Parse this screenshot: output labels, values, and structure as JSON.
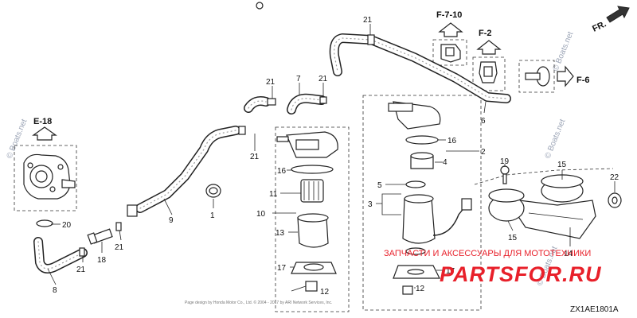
{
  "diagram": {
    "code": "ZX1AE1801A",
    "front_marker": "FR.",
    "copyright": "Page design by Honda Motor Co., Ltd. © 2004 - 2017 by ARI Network Services, Inc.",
    "references": [
      "E-18",
      "F-7-10",
      "F-2",
      "F-6"
    ],
    "part_labels": [
      "1",
      "2",
      "3",
      "4",
      "5",
      "6",
      "7",
      "8",
      "9",
      "10",
      "11",
      "12",
      "13",
      "14",
      "15",
      "16",
      "17",
      "18",
      "19",
      "20",
      "21",
      "22"
    ]
  },
  "watermarks": {
    "brand": "PARTSFOR.RU",
    "brand_sub": "ЗАПЧАСТИ И АКСЕССУАРЫ ДЛЯ МОТОТЕХНИКИ",
    "boats": "© Boats.net"
  },
  "colors": {
    "line": "#222222",
    "brand": "#e8202a",
    "watermark": "#9aa3b5"
  },
  "icons": [
    "arrow-up-icon",
    "arrow-right-icon",
    "arrow-front-icon"
  ]
}
